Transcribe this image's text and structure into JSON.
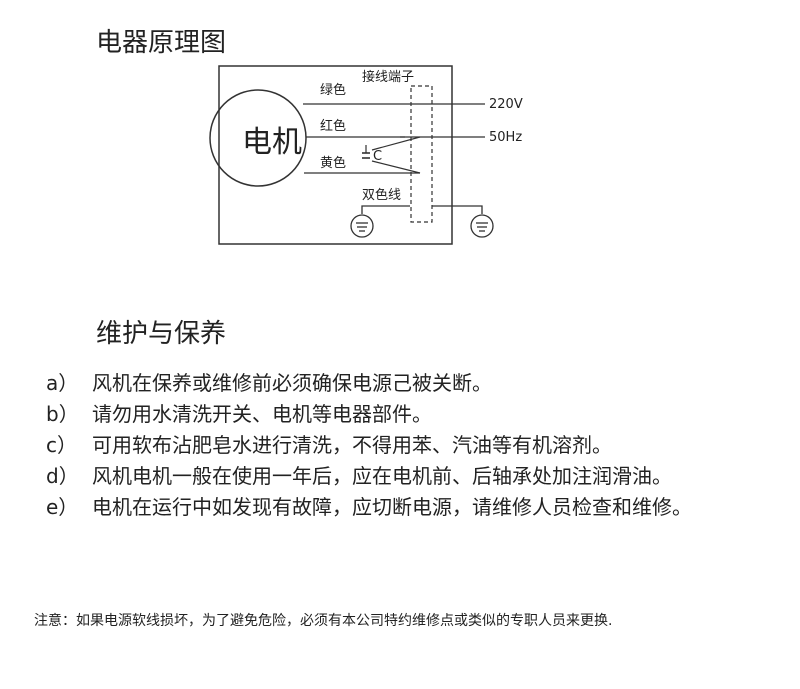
{
  "diagram": {
    "title": "电器原理图",
    "motor_label": "电机",
    "terminal_label": "接线端子",
    "wire_green": "绿色",
    "wire_red": "红色",
    "wire_yellow": "黄色",
    "capacitor_label": "C",
    "dual_color_wire": "双色线",
    "voltage": "220V",
    "frequency": "50Hz"
  },
  "maintenance": {
    "title": "维护与保养",
    "items": [
      {
        "marker": "a）",
        "text": "风机在保养或维修前必须确保电源己被关断。"
      },
      {
        "marker": "b）",
        "text": "请勿用水清洗开关、电机等电器部件。"
      },
      {
        "marker": "c）",
        "text": "可用软布沾肥皂水进行清洗，不得用苯、汽油等有机溶剂。"
      },
      {
        "marker": "d）",
        "text": "风机电机一般在使用一年后，应在电机前、后轴承处加注润滑油。"
      },
      {
        "marker": "e）",
        "text": "电机在运行中如发现有故障，应切断电源，请维修人员检查和维修。"
      }
    ]
  },
  "note": "注意：如果电源软线损坏，为了避免危险，必须有本公司特约维修点或类似的专职人员来更换."
}
